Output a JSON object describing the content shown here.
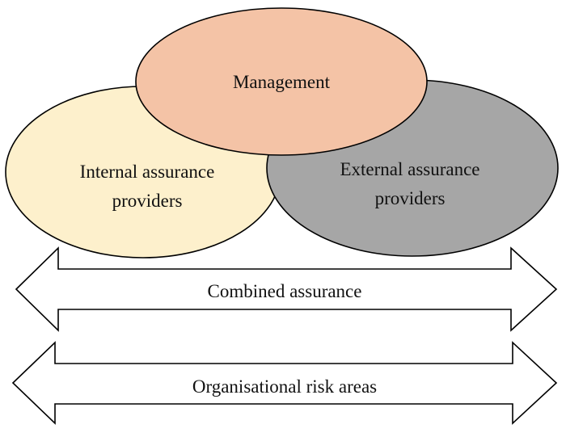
{
  "diagram": {
    "circles": {
      "management": {
        "label": "Management",
        "fill": "#F4C3A6"
      },
      "internal": {
        "label_line1": "Internal assurance",
        "label_line2": "providers",
        "fill": "#FDF0CC"
      },
      "external": {
        "label_line1": "External assurance",
        "label_line2": "providers",
        "fill": "#A6A6A6"
      }
    },
    "arrows": {
      "combined": {
        "label": "Combined assurance"
      },
      "risk": {
        "label": "Organisational risk areas"
      }
    },
    "colors": {
      "outline": "#000000",
      "arrow_fill": "#FFFFFF",
      "text": "#111111"
    }
  }
}
